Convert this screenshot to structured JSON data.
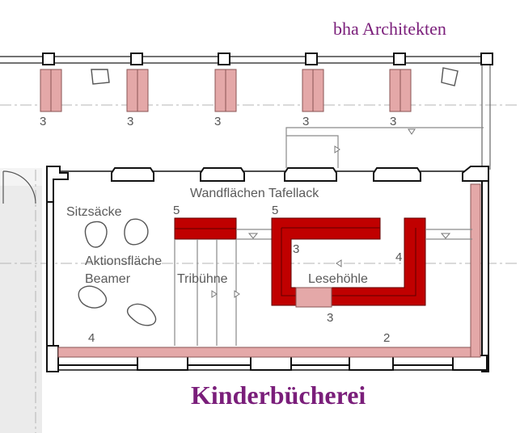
{
  "header": {
    "brand": "bha Architekten"
  },
  "title": "Kinderbücherei",
  "labels": {
    "wall_paint": "Wandflächen Tafellack",
    "bean_bags": "Sitzsäcke",
    "action_area": "Aktionsfläche",
    "projector": "Beamer",
    "stand": "Tribühne",
    "reading_cave": "Lesehöhle"
  },
  "numbers": {
    "corridor_shelf_1": "3",
    "corridor_shelf_2": "3",
    "corridor_shelf_3": "3",
    "corridor_shelf_4": "3",
    "corridor_shelf_5": "3",
    "stand_shelf": "5",
    "cave_top_shelf": "5",
    "cave_left_shelf": "3",
    "cave_right_shelf": "4",
    "cave_entry": "3",
    "bottom_left_shelf": "4",
    "bottom_right_shelf": "2"
  },
  "colors": {
    "accent_title": "#7a1e7a",
    "shelf_dark": "#c00000",
    "shelf_light": "#e4a8a8"
  }
}
